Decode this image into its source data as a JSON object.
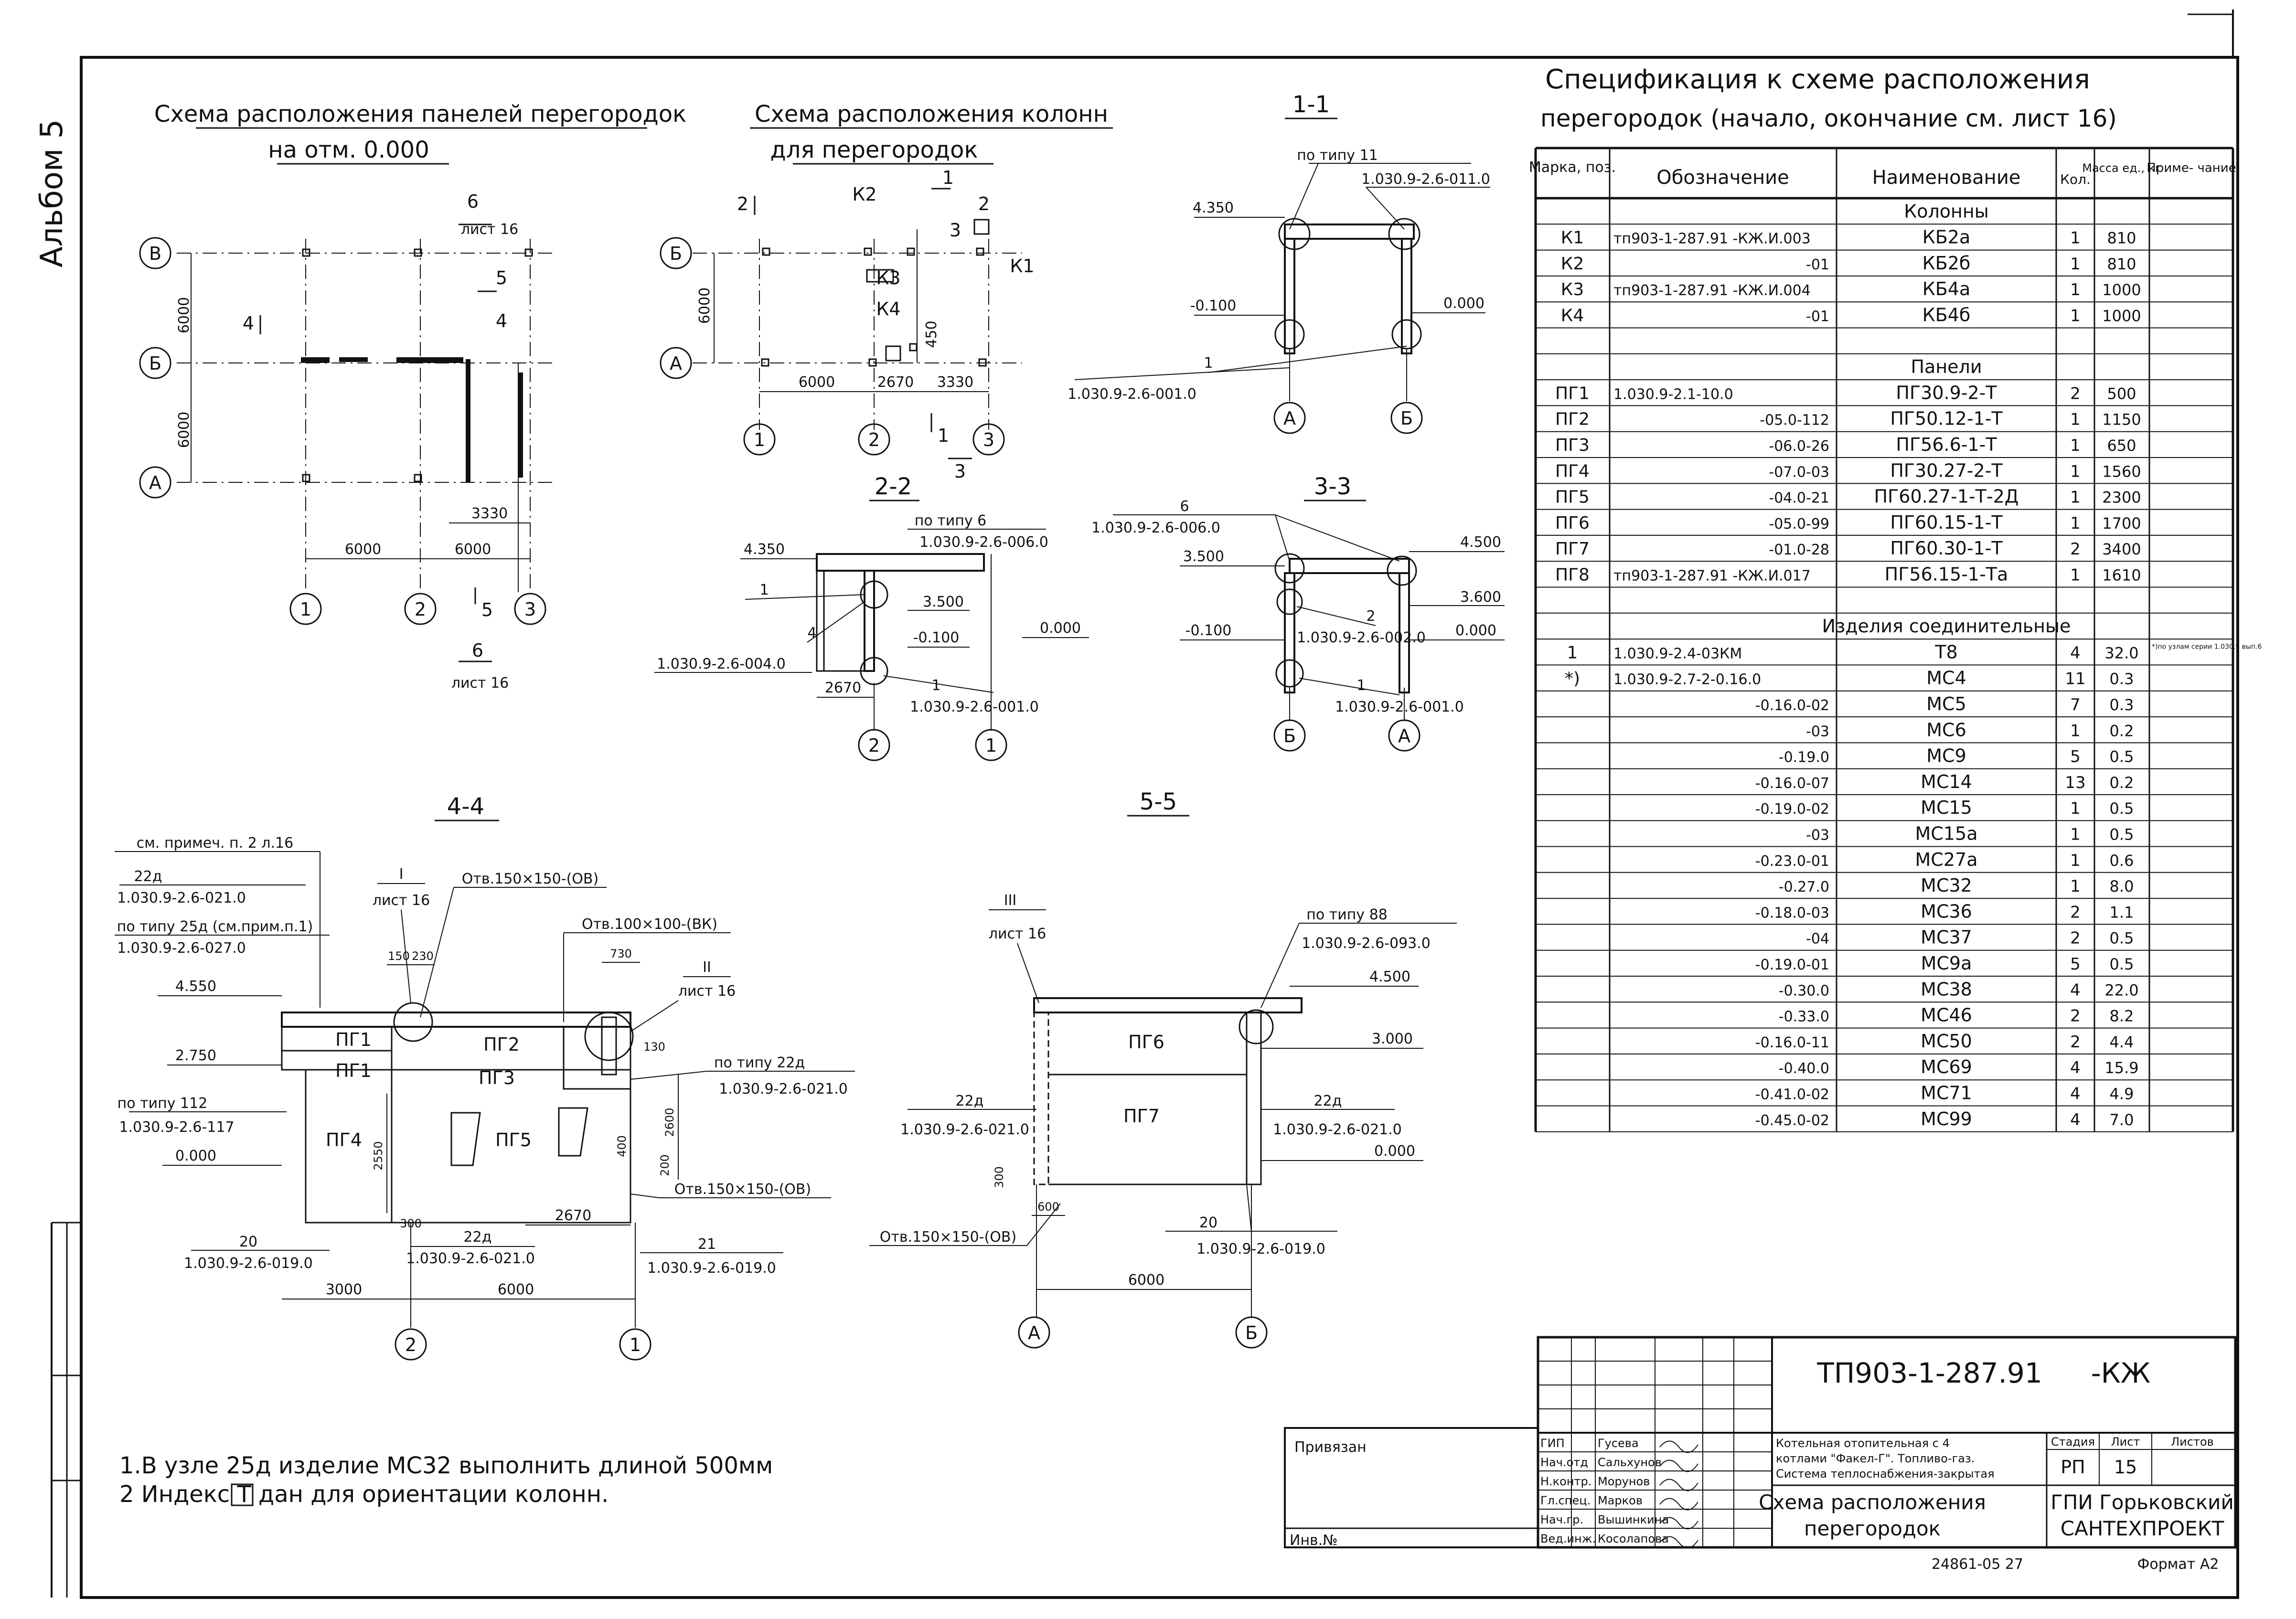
{
  "side_label": "Альбом 5",
  "corner_mark": "",
  "drawings": {
    "d1": {
      "title1": "Схема расположения панелей перегородок",
      "title2": "на отм. 0.000",
      "axes_rows": [
        "В",
        "Б",
        "А"
      ],
      "axes_cols": [
        "1",
        "2",
        "3"
      ],
      "dims_v": [
        "6000",
        "6000"
      ],
      "dims_h": [
        "6000",
        "6000",
        "3330"
      ],
      "sec4": "4",
      "sec5": "5",
      "sec6": "6",
      "sheet16": "лист 16"
    },
    "d2": {
      "title1": "Схема расположения колонн",
      "title2": "для перегородок",
      "labels": [
        "К2",
        "К3",
        "К4",
        "К1",
        "2",
        "1",
        "3",
        "450",
        "6000"
      ],
      "dims_h": [
        "6000",
        "2670",
        "3330"
      ],
      "axes_rows": [
        "Б",
        "А"
      ],
      "axes_cols": [
        "1",
        "2",
        "3"
      ]
    },
    "s11": {
      "title": "1-1",
      "type_note": "по типу 11",
      "type_code": "1.030.9-2.6-011.0",
      "elev_top": "4.350",
      "elev_mid": "-0.100",
      "elev_zero": "0.000",
      "node": "1",
      "node_code": "1.030.9-2.6-001.0",
      "axes": [
        "А",
        "Б"
      ]
    },
    "s22": {
      "title": "2-2",
      "type_note": "по типу 6",
      "type_code": "1.030.9-2.6-006.0",
      "elev_top": "4.350",
      "elev_mid": "3.500",
      "elev_low": "-0.100",
      "elev_zero": "0.000",
      "node4": "4",
      "node4_code": "1.030.9-2.6-004.0",
      "node1": "1",
      "node1_code": "1.030.9-2.6-001.0",
      "dim": "2670",
      "one": "1",
      "axes": [
        "2",
        "1"
      ]
    },
    "s33": {
      "title": "3-3",
      "node6": "6",
      "node6_code": "1.030.9-2.6-006.0",
      "elev_top": "4.500",
      "elev_left": "3.500",
      "elev_right": "3.600",
      "elev_low": "-0.100",
      "elev_zero": "0.000",
      "node2": "2",
      "node2_code": "1.030.9-2.6-002.0",
      "node1": "1",
      "node1_code": "1.030.9-2.6-001.0",
      "axes": [
        "Б",
        "А"
      ]
    },
    "s44": {
      "title": "4-4",
      "note_ref": "см. примеч. п. 2 л.16",
      "n22a": "22д",
      "n22a_code": "1.030.9-2.6-021.0",
      "n25a": "по типу 25д (см.прим.п.1)",
      "n25a_code": "1.030.9-2.6-027.0",
      "elev1": "4.550",
      "elev2": "2.750",
      "n112": "по типу 112",
      "n112_code": "1.030.9-2.6-117",
      "elev0": "0.000",
      "n20": "20",
      "n20_code": "1.030.9-2.6-019.0",
      "node_I": "I",
      "sheet16a": "лист 16",
      "hole1": "Отв.150×150-(ОВ)",
      "hole2": "Отв.100×100-(ВК)",
      "node_II": "II",
      "sheet16b": "лист 16",
      "n22a_right": "по типу 22д",
      "n22a_right_code": "1.030.9-2.6-021.0",
      "hole3": "Отв.150×150-(ОВ)",
      "d150": "150",
      "d230": "230",
      "d730": "730",
      "d130": "130",
      "d2600": "2600",
      "d400": "400",
      "d200": "200",
      "d2550": "2550",
      "d300": "300",
      "d2670": "2670",
      "pg": [
        "ПГ1",
        "ПГ1",
        "ПГ2",
        "ПГ3",
        "ПГ4",
        "ПГ5"
      ],
      "b22a": "22д",
      "b22a_code": "1.030.9-2.6-021.0",
      "b21": "21",
      "b21_code": "1.030.9-2.6-019.0",
      "dims": [
        "3000",
        "6000"
      ],
      "axes": [
        "2",
        "1"
      ]
    },
    "s55": {
      "title": "5-5",
      "node_III": "III",
      "sheet16": "лист 16",
      "type88": "по типу 88",
      "type88_code": "1.030.9-2.6-093.0",
      "elev_top": "4.500",
      "elev_mid": "3.000",
      "elev_zero": "0.000",
      "pg6": "ПГ6",
      "pg7": "ПГ7",
      "l22a": "22д",
      "l22a_code": "1.030.9-2.6-021.0",
      "r22a": "22д",
      "r22a_code": "1.030.9-2.6-021.0",
      "d300": "300",
      "d600": "600",
      "hole": "Отв.150×150-(ОВ)",
      "n20": "20",
      "n20_code": "1.030.9-2.6-019.0",
      "dim": "6000",
      "axes": [
        "А",
        "Б"
      ]
    }
  },
  "spec": {
    "title1": "Спецификация к схеме расположения",
    "title2": "перегородок (начало, окончание см. лист 16)",
    "headers": [
      "Марка, поз.",
      "Обозначение",
      "Наименование",
      "Кол.",
      "Масса ед., кг",
      "Приме- чание"
    ],
    "rows": [
      {
        "mark": "",
        "code": "",
        "name": "Колонны",
        "qty": "",
        "mass": "",
        "note": ""
      },
      {
        "mark": "К1",
        "code": "тп903-1-287.91 -КЖ.И.003",
        "name": "КБ2а",
        "qty": "1",
        "mass": "810",
        "note": ""
      },
      {
        "mark": "К2",
        "code": "-01",
        "name": "КБ2б",
        "qty": "1",
        "mass": "810",
        "note": ""
      },
      {
        "mark": "К3",
        "code": "тп903-1-287.91 -КЖ.И.004",
        "name": "КБ4а",
        "qty": "1",
        "mass": "1000",
        "note": ""
      },
      {
        "mark": "К4",
        "code": "-01",
        "name": "КБ4б",
        "qty": "1",
        "mass": "1000",
        "note": ""
      },
      {
        "mark": "",
        "code": "",
        "name": "",
        "qty": "",
        "mass": "",
        "note": ""
      },
      {
        "mark": "",
        "code": "",
        "name": "Панели",
        "qty": "",
        "mass": "",
        "note": ""
      },
      {
        "mark": "ПГ1",
        "code": "1.030.9-2.1-10.0",
        "name": "ПГ30.9-2-Т",
        "qty": "2",
        "mass": "500",
        "note": ""
      },
      {
        "mark": "ПГ2",
        "code": "-05.0-112",
        "name": "ПГ50.12-1-Т",
        "qty": "1",
        "mass": "1150",
        "note": ""
      },
      {
        "mark": "ПГ3",
        "code": "-06.0-26",
        "name": "ПГ56.6-1-Т",
        "qty": "1",
        "mass": "650",
        "note": ""
      },
      {
        "mark": "ПГ4",
        "code": "-07.0-03",
        "name": "ПГ30.27-2-Т",
        "qty": "1",
        "mass": "1560",
        "note": ""
      },
      {
        "mark": "ПГ5",
        "code": "-04.0-21",
        "name": "ПГ60.27-1-Т-2Д",
        "qty": "1",
        "mass": "2300",
        "note": ""
      },
      {
        "mark": "ПГ6",
        "code": "-05.0-99",
        "name": "ПГ60.15-1-Т",
        "qty": "1",
        "mass": "1700",
        "note": ""
      },
      {
        "mark": "ПГ7",
        "code": "-01.0-28",
        "name": "ПГ60.30-1-Т",
        "qty": "2",
        "mass": "3400",
        "note": ""
      },
      {
        "mark": "ПГ8",
        "code": "тп903-1-287.91 -КЖ.И.017",
        "name": "ПГ56.15-1-Та",
        "qty": "1",
        "mass": "1610",
        "note": ""
      },
      {
        "mark": "",
        "code": "",
        "name": "",
        "qty": "",
        "mass": "",
        "note": ""
      },
      {
        "mark": "",
        "code": "",
        "name": "Изделия соединительные",
        "qty": "",
        "mass": "",
        "note": ""
      },
      {
        "mark": "1",
        "code": "1.030.9-2.4-03КМ",
        "name": "Т8",
        "qty": "4",
        "mass": "32.0",
        "note": "*)по узлам серии 1.030.9 вып.6"
      },
      {
        "mark": "*)",
        "code": "1.030.9-2.7-2-0.16.0",
        "name": "МС4",
        "qty": "11",
        "mass": "0.3",
        "note": ""
      },
      {
        "mark": "",
        "code": "-0.16.0-02",
        "name": "МС5",
        "qty": "7",
        "mass": "0.3",
        "note": ""
      },
      {
        "mark": "",
        "code": "-03",
        "name": "МС6",
        "qty": "1",
        "mass": "0.2",
        "note": ""
      },
      {
        "mark": "",
        "code": "-0.19.0",
        "name": "МС9",
        "qty": "5",
        "mass": "0.5",
        "note": ""
      },
      {
        "mark": "",
        "code": "-0.16.0-07",
        "name": "МС14",
        "qty": "13",
        "mass": "0.2",
        "note": ""
      },
      {
        "mark": "",
        "code": "-0.19.0-02",
        "name": "МС15",
        "qty": "1",
        "mass": "0.5",
        "note": ""
      },
      {
        "mark": "",
        "code": "-03",
        "name": "МС15а",
        "qty": "1",
        "mass": "0.5",
        "note": ""
      },
      {
        "mark": "",
        "code": "-0.23.0-01",
        "name": "МС27а",
        "qty": "1",
        "mass": "0.6",
        "note": ""
      },
      {
        "mark": "",
        "code": "-0.27.0",
        "name": "МС32",
        "qty": "1",
        "mass": "8.0",
        "note": ""
      },
      {
        "mark": "",
        "code": "-0.18.0-03",
        "name": "МС36",
        "qty": "2",
        "mass": "1.1",
        "note": ""
      },
      {
        "mark": "",
        "code": "-04",
        "name": "МС37",
        "qty": "2",
        "mass": "0.5",
        "note": ""
      },
      {
        "mark": "",
        "code": "-0.19.0-01",
        "name": "МС9а",
        "qty": "5",
        "mass": "0.5",
        "note": ""
      },
      {
        "mark": "",
        "code": "-0.30.0",
        "name": "МС38",
        "qty": "4",
        "mass": "22.0",
        "note": ""
      },
      {
        "mark": "",
        "code": "-0.33.0",
        "name": "МС46",
        "qty": "2",
        "mass": "8.2",
        "note": ""
      },
      {
        "mark": "",
        "code": "-0.16.0-11",
        "name": "МС50",
        "qty": "2",
        "mass": "4.4",
        "note": ""
      },
      {
        "mark": "",
        "code": "-0.40.0",
        "name": "МС69",
        "qty": "4",
        "mass": "15.9",
        "note": ""
      },
      {
        "mark": "",
        "code": "-0.41.0-02",
        "name": "МС71",
        "qty": "4",
        "mass": "4.9",
        "note": ""
      },
      {
        "mark": "",
        "code": "-0.45.0-02",
        "name": "МС99",
        "qty": "4",
        "mass": "7.0",
        "note": ""
      }
    ]
  },
  "notes": [
    "1.В узле 25д изделие МС32 выполнить длиной 500мм",
    "2 Индекс Т дан для ориентации колонн."
  ],
  "stamp": {
    "privyazan": "Привязан",
    "inv": "Инв.№",
    "doc_code": "ТП903-1-287.91",
    "doc_suffix": "-КЖ",
    "roles": [
      "ГИП",
      "Нач.отд",
      "Н.контр.",
      "Гл.спец.",
      "Нач.гр.",
      "Вед.инж."
    ],
    "names": [
      "Гусева",
      "Сальхунов",
      "Морунов",
      "Марков",
      "Вышинкина",
      "Косолапова"
    ],
    "object1": "Котельная отопительная с 4",
    "object2": "котлами \"Факел-Г\". Топливо-газ.",
    "object3": "Система теплоснабжения-закрытая",
    "drawing_title1": "Схема расположения",
    "drawing_title2": "перегородок",
    "stage_h": "Стадия",
    "sheet_h": "Лист",
    "sheets_h": "Листов",
    "stage": "РП",
    "sheet": "15",
    "org1": "ГПИ Горьковский",
    "org2": "САНТЕХПРОЕКТ",
    "archive": "24861-05 27",
    "format": "Формат А2"
  }
}
